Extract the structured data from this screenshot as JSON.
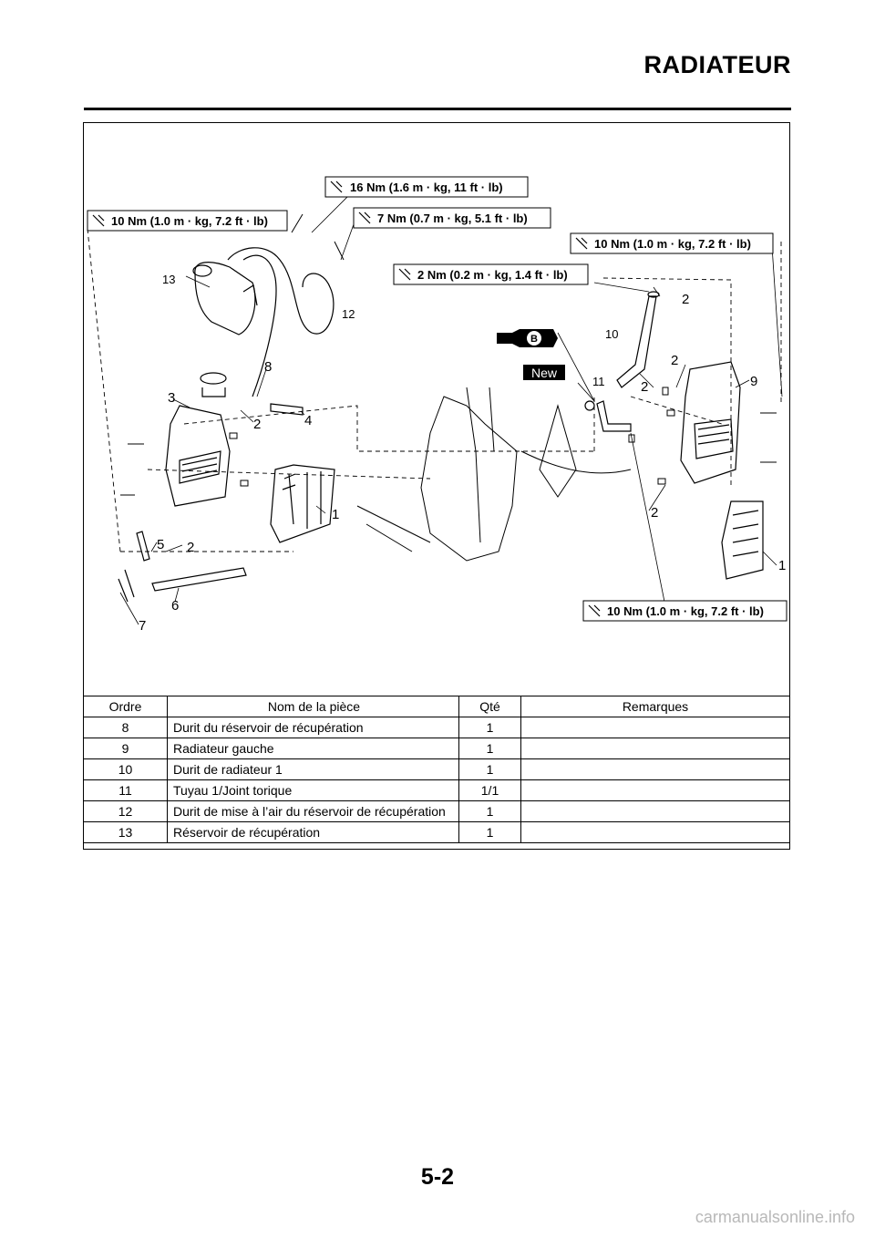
{
  "header": {
    "title": "RADIATEUR"
  },
  "diagram": {
    "torque_labels": [
      "16 Nm (1.6 m · kg, 11 ft · lb)",
      "10 Nm (1.0 m · kg, 7.2 ft · lb)",
      "7 Nm (0.7 m · kg, 5.1 ft · lb)",
      "10 Nm (1.0 m · kg, 7.2 ft · lb)",
      "2 Nm (0.2 m · kg, 1.4 ft · lb)",
      "10 Nm (1.0 m · kg, 7.2 ft · lb)"
    ],
    "callouts": [
      "13",
      "12",
      "8",
      "3",
      "2",
      "4",
      "1",
      "5",
      "2",
      "6",
      "7",
      "2",
      "10",
      "2",
      "11",
      "2",
      "9",
      "2",
      "1"
    ],
    "grease_symbol": "B",
    "new_badge": "New"
  },
  "table": {
    "columns": [
      "Ordre",
      "Nom de la pièce",
      "Qté",
      "Remarques"
    ],
    "rows": [
      {
        "order": "8",
        "name": "Durit du réservoir de récupération",
        "qty": "1",
        "remarks": ""
      },
      {
        "order": "9",
        "name": "Radiateur gauche",
        "qty": "1",
        "remarks": ""
      },
      {
        "order": "10",
        "name": "Durit de radiateur 1",
        "qty": "1",
        "remarks": ""
      },
      {
        "order": "11",
        "name": "Tuyau 1/Joint torique",
        "qty": "1/1",
        "remarks": ""
      },
      {
        "order": "12",
        "name": "Durit de mise à l’air du réservoir de récupération",
        "qty": "1",
        "remarks": ""
      },
      {
        "order": "13",
        "name": "Réservoir de récupération",
        "qty": "1",
        "remarks": ""
      }
    ]
  },
  "footer": {
    "page_number": "5-2",
    "watermark": "carmanualsonline.info"
  }
}
